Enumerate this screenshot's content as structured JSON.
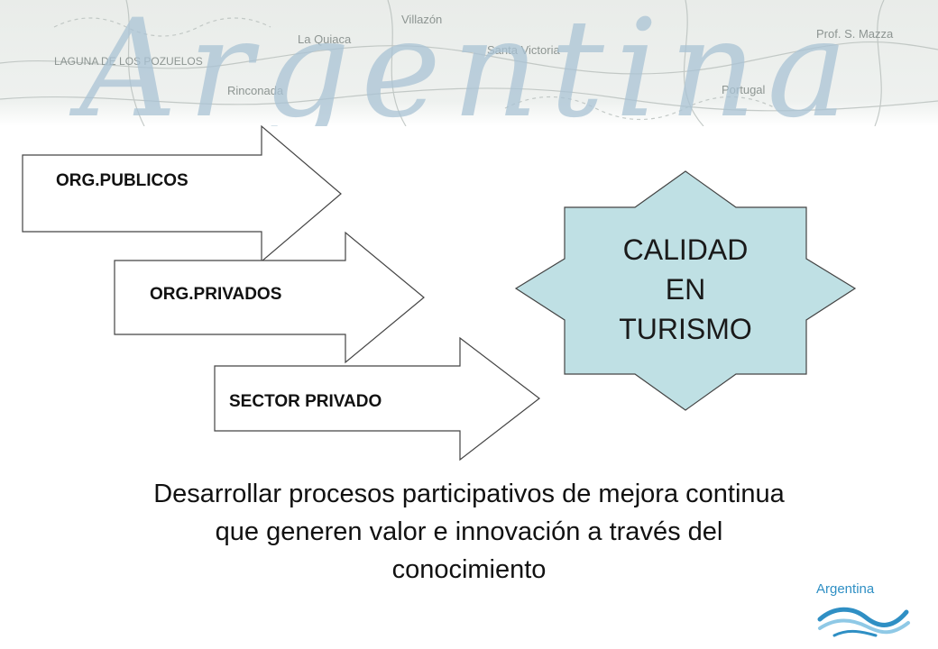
{
  "header": {
    "title": "Argentina",
    "map_labels": [
      "Villazón",
      "La Quiaca",
      "Santa Victoria",
      "Prof. S. Mazza",
      "LAGUNA DE LOS POZUELOS",
      "Rinconada",
      "Portugal"
    ]
  },
  "arrows": [
    {
      "label": "ORG.PUBLICOS"
    },
    {
      "label": "ORG.PRIVADOS"
    },
    {
      "label": "SECTOR PRIVADO"
    }
  ],
  "star": {
    "lines": [
      "CALIDAD",
      "EN",
      "TURISMO"
    ],
    "fill": "#bfe0e4"
  },
  "caption": {
    "lines": [
      "Desarrollar procesos participativos de mejora continua",
      "que generen valor e innovación  a través del",
      "conocimiento"
    ]
  },
  "logo": {
    "text": "Argentina",
    "color_primary": "#2f8fc4",
    "color_secondary": "#8fc9e6"
  }
}
